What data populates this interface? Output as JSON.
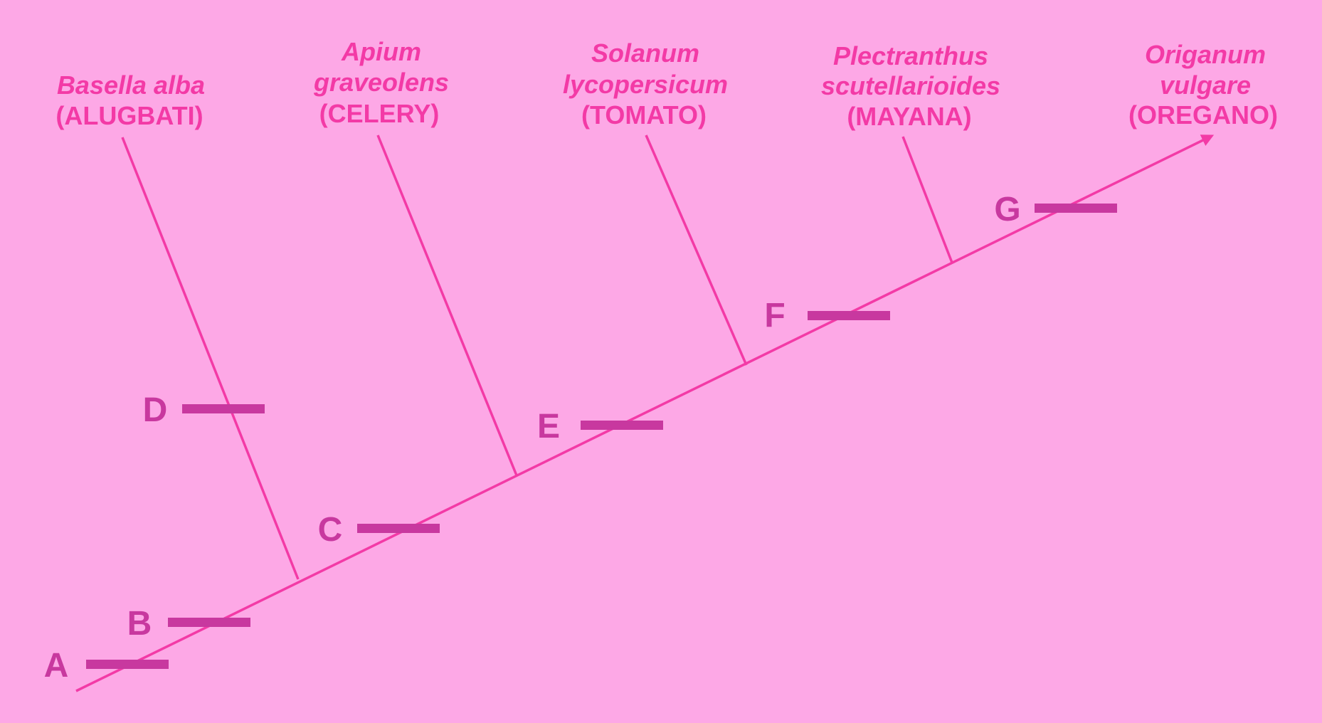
{
  "colors": {
    "background": "#FDA8E6",
    "line": "#F33AA6",
    "marker": "#C8389F",
    "taxon_text": "#F33AA6",
    "letter_text": "#C8389F"
  },
  "taxa": [
    {
      "id": "basella",
      "lines": [
        "Basella alba"
      ],
      "common": "(ALUGBATI)"
    },
    {
      "id": "apium",
      "lines": [
        "Apium",
        "graveolens"
      ],
      "common": "(CELERY)"
    },
    {
      "id": "solanum",
      "lines": [
        "Solanum",
        "lycopersicum"
      ],
      "common": "(TOMATO)"
    },
    {
      "id": "plectranthus",
      "lines": [
        "Plectranthus",
        "scutellarioides"
      ],
      "common": "(MAYANA)"
    },
    {
      "id": "origanum",
      "lines": [
        "Origanum",
        "vulgare"
      ],
      "common": "(OREGANO)"
    }
  ],
  "characters": [
    "A",
    "B",
    "C",
    "D",
    "E",
    "F",
    "G"
  ]
}
